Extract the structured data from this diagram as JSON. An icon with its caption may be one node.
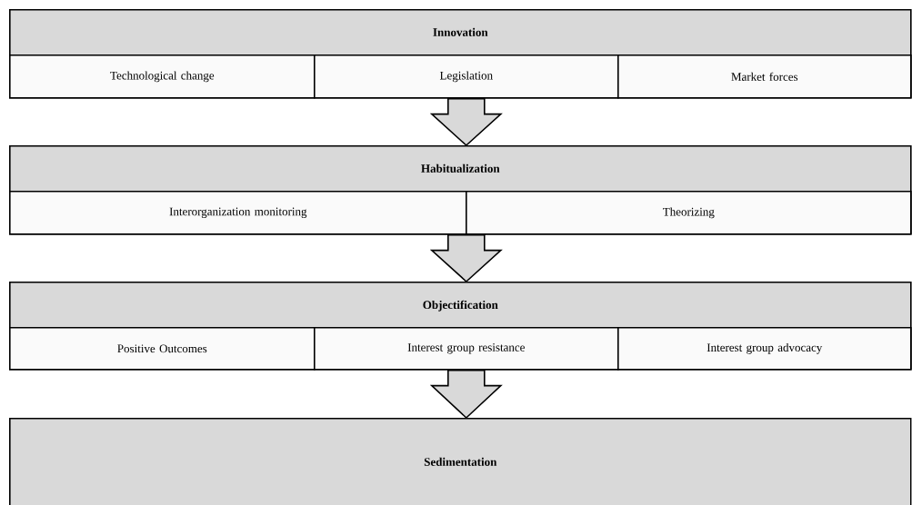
{
  "diagram": {
    "nodes": [
      {
        "text": [
          "Innovation"
        ]
      },
      {
        "text": [
          "Technological change"
        ],
        "in": 0
      },
      {
        "text": [
          "Legislation"
        ],
        "in": 0
      },
      {
        "text": [
          "Market forces"
        ],
        "in": 0
      },
      {
        "text": [
          "Habitualization"
        ]
      },
      {
        "text": [
          "Interorganization monitoring"
        ],
        "in": 4
      },
      {
        "text": [
          "Theorizing"
        ],
        "in": 4
      },
      {
        "text": [
          "Objectification"
        ]
      },
      {
        "text": [
          "Positive Outcomes"
        ],
        "in": 7
      },
      {
        "text": [
          "Interest group resistance"
        ],
        "in": 7
      },
      {
        "text": [
          "Interest group advocacy"
        ],
        "in": 7
      },
      {
        "text": [
          "Sedimentation"
        ]
      }
    ],
    "edges": [
      {
        "from": 0,
        "to": 4,
        "arrow": "to"
      },
      {
        "from": 4,
        "to": 7,
        "arrow": "to"
      },
      {
        "from": 7,
        "to": 11,
        "arrow": "to"
      }
    ]
  }
}
